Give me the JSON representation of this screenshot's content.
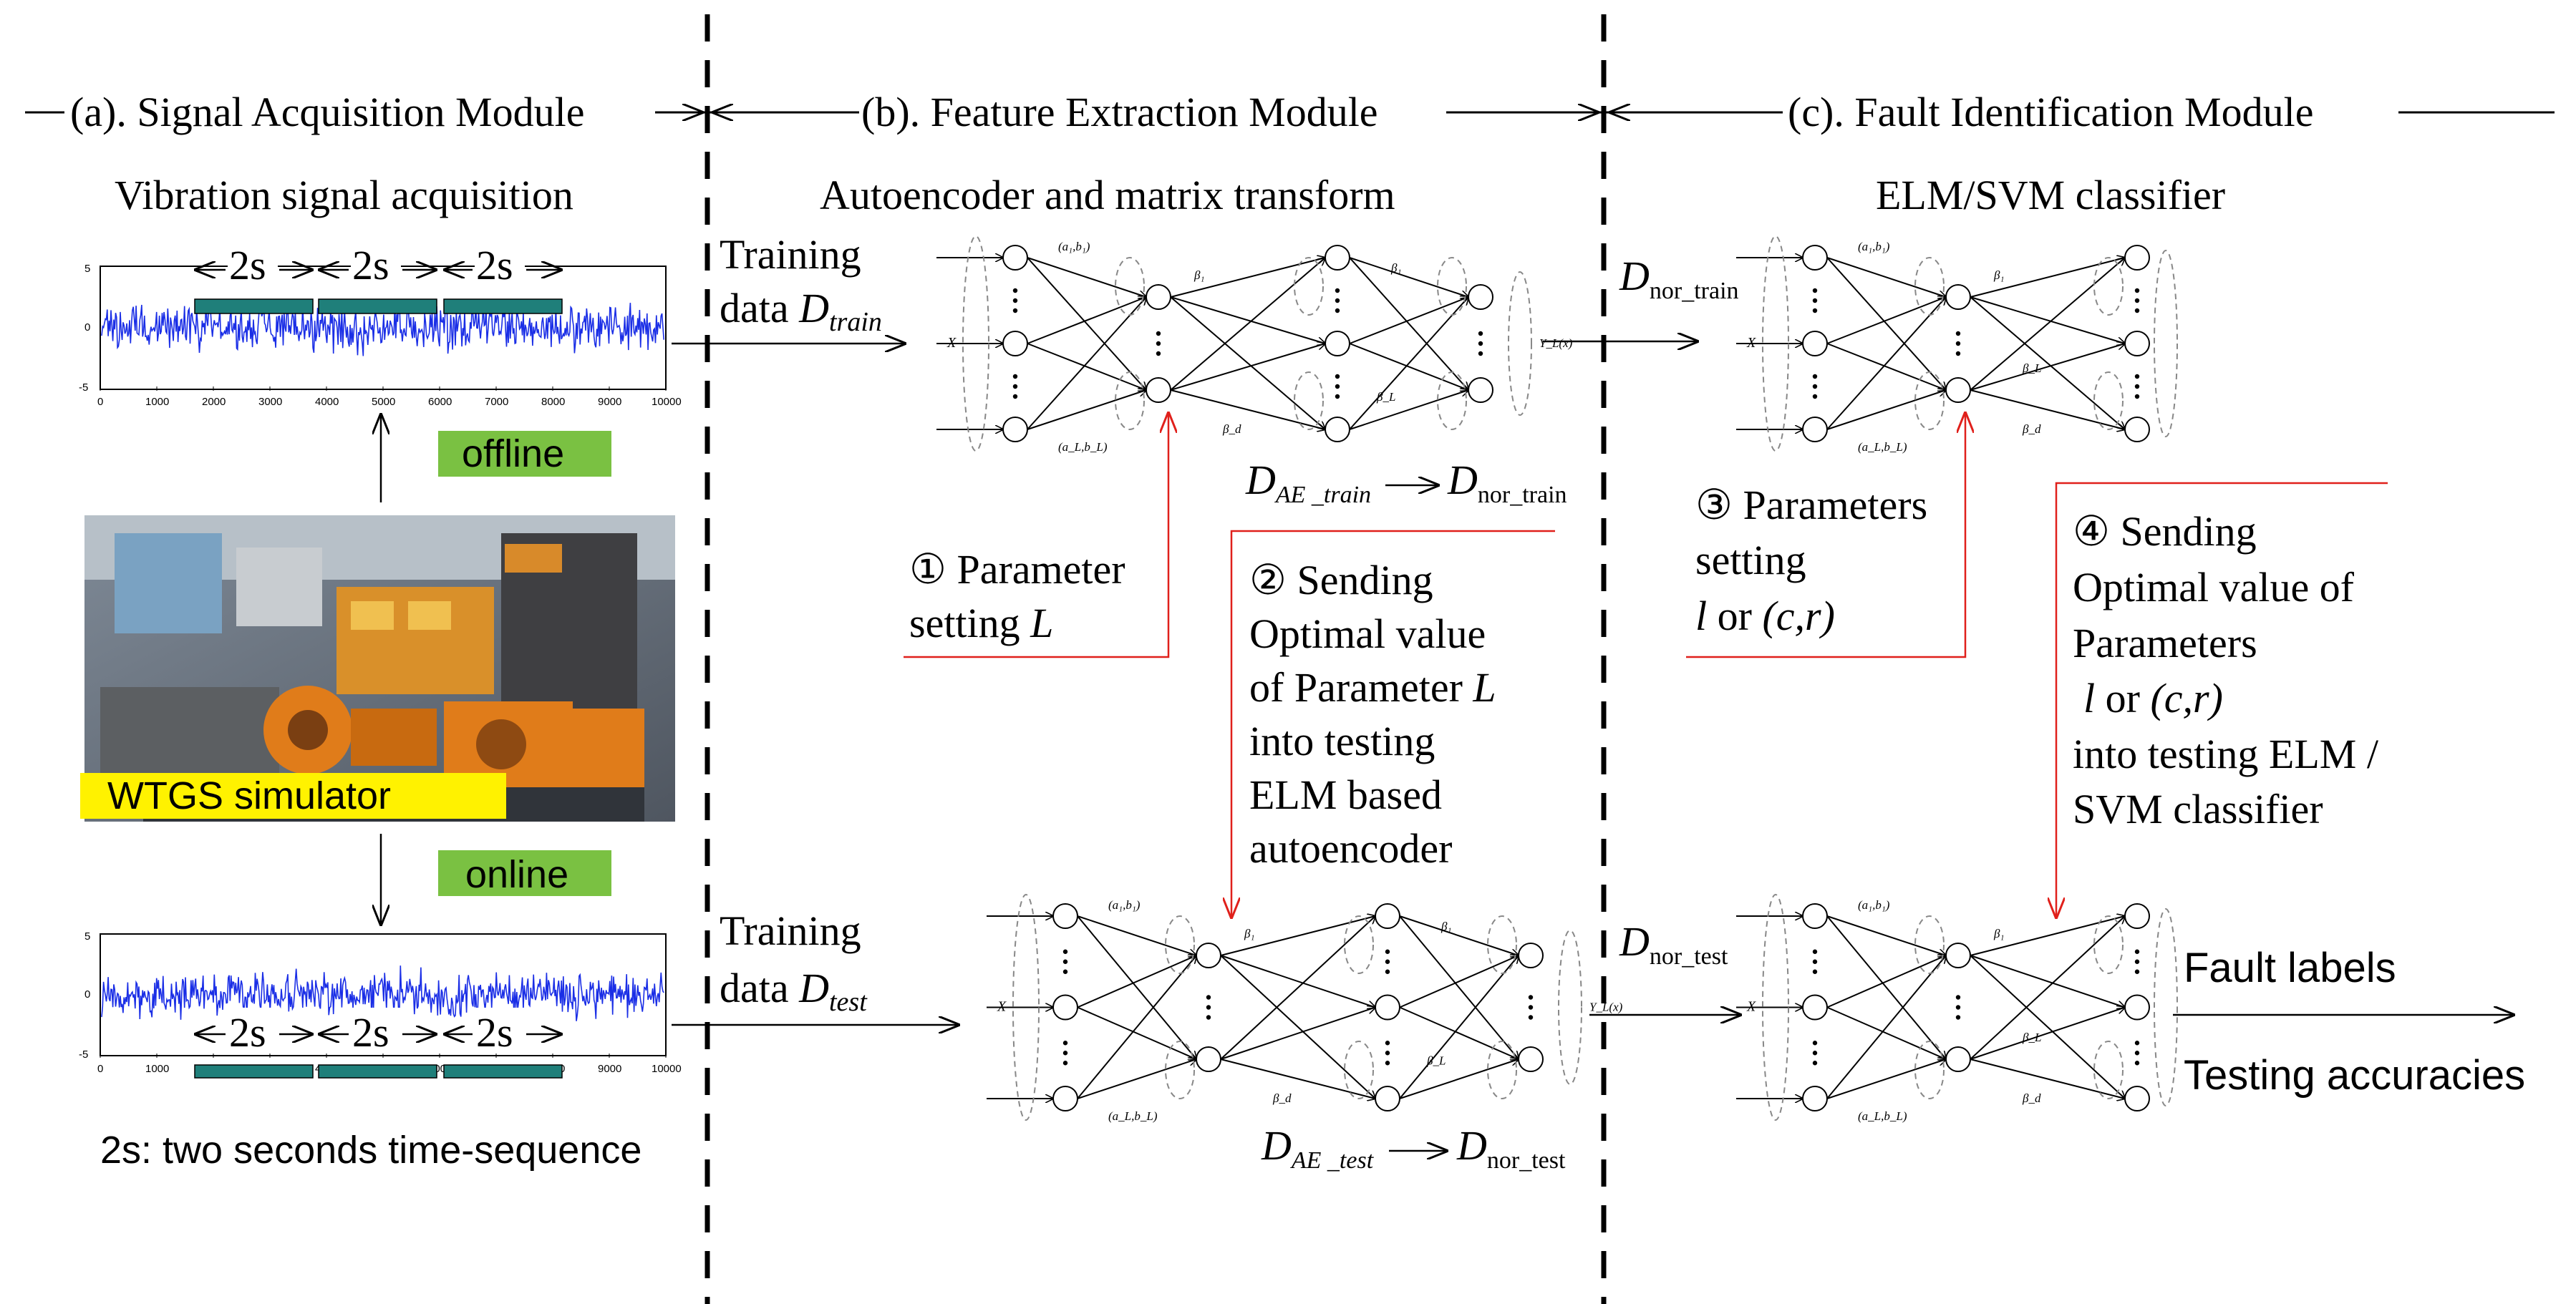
{
  "modules": {
    "a": "(a). Signal Acquisition Module",
    "b": "(b).  Feature Extraction Module",
    "c": "(c). Fault Identification Module"
  },
  "signal": {
    "heading": "Vibration signal acquisition",
    "window_label": "2s",
    "offline": "offline",
    "online": "online",
    "simulator": "WTGS simulator",
    "footnote": "2s: two seconds time-sequence",
    "y_ticks": [
      "5",
      "0",
      "-5"
    ],
    "x_ticks": [
      "0",
      "1000",
      "2000",
      "3000",
      "4000",
      "5000",
      "6000",
      "7000",
      "8000",
      "9000",
      "10000"
    ]
  },
  "feature": {
    "heading": "Autoencoder and matrix transform",
    "train_in": {
      "line1": "Training",
      "line2": "data ",
      "sym": "D",
      "sub": "train"
    },
    "test_in": {
      "line1": "Training",
      "line2": "data ",
      "sym": "D",
      "sub": "test"
    },
    "train_out": {
      "from_sym": "D",
      "from_sub": "AE _train",
      "to_sym": "D",
      "to_sub": "nor_train"
    },
    "test_out": {
      "from_sym": "D",
      "from_sub": "AE _test",
      "to_sym": "D",
      "to_sub": "nor_test"
    },
    "step1": {
      "line1": "① Parameter",
      "line2": "setting ",
      "var": "L"
    },
    "step2": {
      "line1": "② Sending",
      "line2": "Optimal value",
      "line3": "of Parameter ",
      "var": "L",
      "line4": "into testing",
      "line5": "ELM based",
      "line6": "autoencoder"
    }
  },
  "fault": {
    "heading": "ELM/SVM classifier",
    "train_in": {
      "sym": "D",
      "sub": "nor_train"
    },
    "test_in": {
      "sym": "D",
      "sub": "nor_test"
    },
    "step3": {
      "line1": "③ Parameters",
      "line2": "setting",
      "line3a": "l",
      "line3b": " or ",
      "line3c": "(c,r)"
    },
    "step4": {
      "line1": "④ Sending",
      "line2": "Optimal value of",
      "line3": "Parameters",
      "line4a": "l",
      "line4b": " or ",
      "line4c": "(c,r)",
      "line5": "into testing ELM /",
      "line6": "SVM classifier"
    },
    "out1": "Fault labels",
    "out2": "Testing accuracies"
  },
  "network": {
    "input": "X",
    "w_top": "(a₁,b₁)",
    "w_bot": "(a_L,b_L)",
    "beta1": "β₁",
    "beta_L": "β_L",
    "beta_d": "β_d",
    "output": "Y_L(x)"
  },
  "colors": {
    "signal": "#1a2ee6",
    "window": "#1f7f7a",
    "tag_green": "#7ac142",
    "tag_yellow": "#fff200",
    "red": "#e0201b"
  }
}
